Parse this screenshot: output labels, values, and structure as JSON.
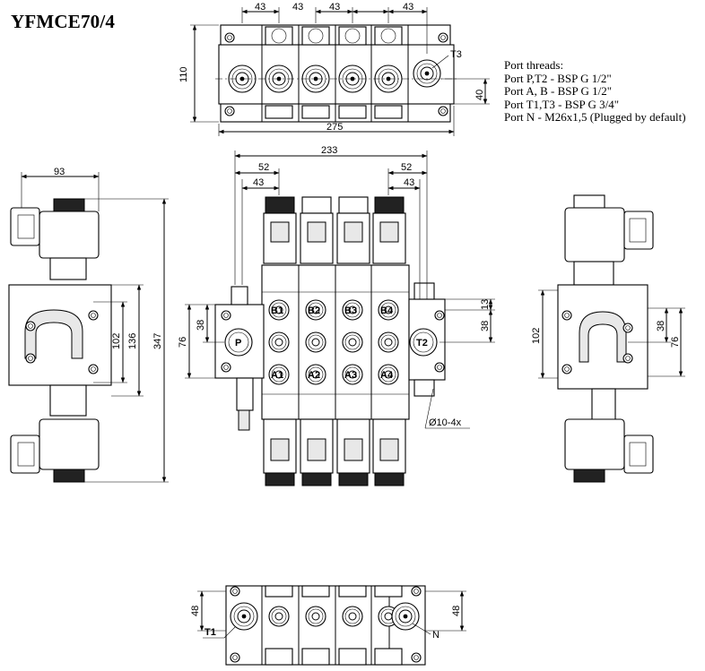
{
  "title": "YFMCE70/4",
  "notes": {
    "header": "Port threads:",
    "lines": [
      "Port P,T2 - BSP G 1/2\"",
      "Port A, B - BSP G 1/2\"",
      "Port T1,T3 - BSP G 3/4\"",
      "Port N - M26x1,5 (Plugged by default)"
    ]
  },
  "dimensions": {
    "top_pitch": [
      "43",
      "43",
      "43",
      "43"
    ],
    "top_height": "110",
    "top_width": "275",
    "top_port_offset": "40",
    "front_width": "233",
    "front_left_a": "52",
    "front_left_b": "43",
    "front_right_a": "52",
    "front_right_b": "43",
    "front_v38": "38",
    "front_v76": "76",
    "front_r13": "13",
    "front_r38": "38",
    "left_w93": "93",
    "left_102": "102",
    "left_136": "136",
    "left_347": "347",
    "right_102": "102",
    "right_38": "38",
    "right_76": "76",
    "bottom_48_left": "48",
    "bottom_48_right": "48",
    "holes": "Ø10-4x"
  },
  "ports": {
    "b": [
      "B1",
      "B2",
      "B3",
      "B4"
    ],
    "a": [
      "A1",
      "A2",
      "A3",
      "A4"
    ],
    "p": "P",
    "t2": "T2",
    "t3": "T3",
    "t1": "T1",
    "n": "N"
  }
}
